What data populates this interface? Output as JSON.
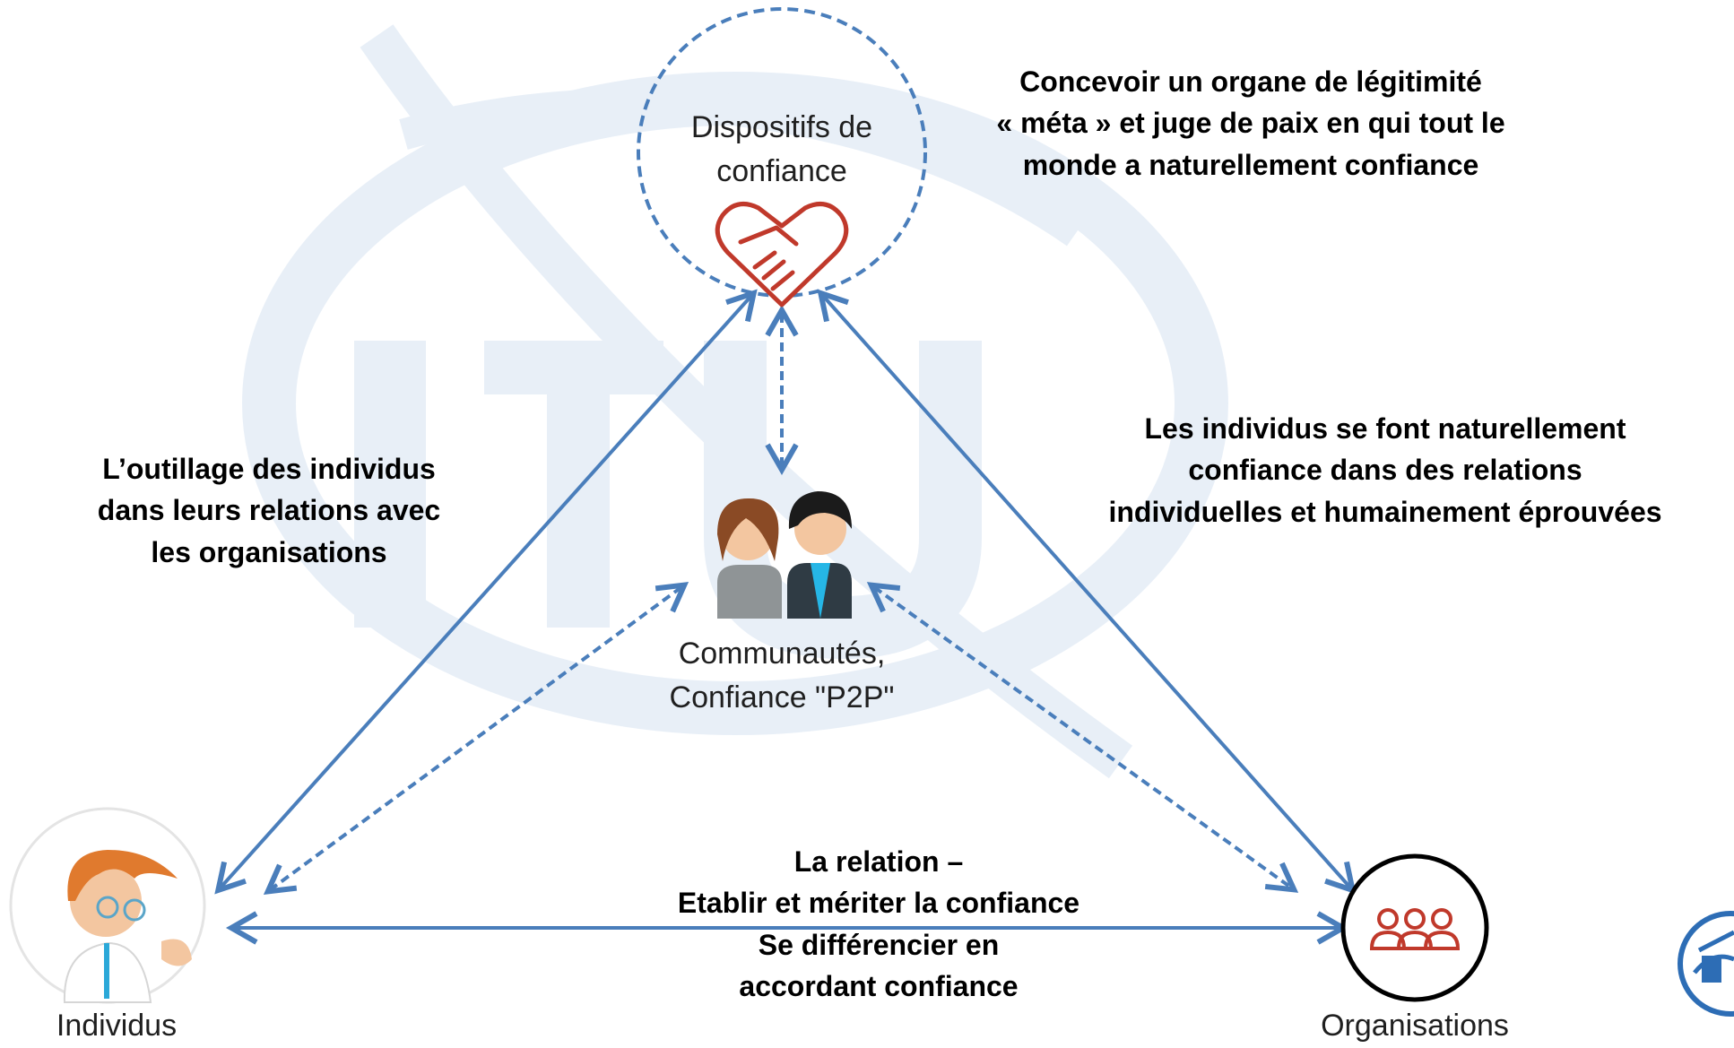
{
  "nodes": {
    "trust_devices": "Dispositifs de\nconfiance",
    "communities": "Communautés,\nConfiance \"P2P\"",
    "individuals": "Individus",
    "organisations": "Organisations"
  },
  "annotations": {
    "top_right": "Concevoir un organe de légitimité\n« méta » et juge de paix en qui tout le\nmonde a naturellement confiance",
    "left": "L’outillage des individus\ndans leurs relations avec\nles organisations",
    "right": "Les individus se font naturellement\nconfiance dans des relations\nindividuelles et humainement éprouvées",
    "bottom": "La relation –\nEtablir et mériter la confiance\nSe différencier en\naccordant confiance"
  },
  "colors": {
    "arrow": "#4a7ebb",
    "icon_red": "#c0392b",
    "watermark": "#e6eef7",
    "node_border": "#000000"
  },
  "icons": {
    "trust": "handshake-heart-icon",
    "communities": "two-people-icon",
    "individuals": "person-avatar-icon",
    "organisations": "group-of-three-icon",
    "background": "itu-logo-watermark"
  }
}
